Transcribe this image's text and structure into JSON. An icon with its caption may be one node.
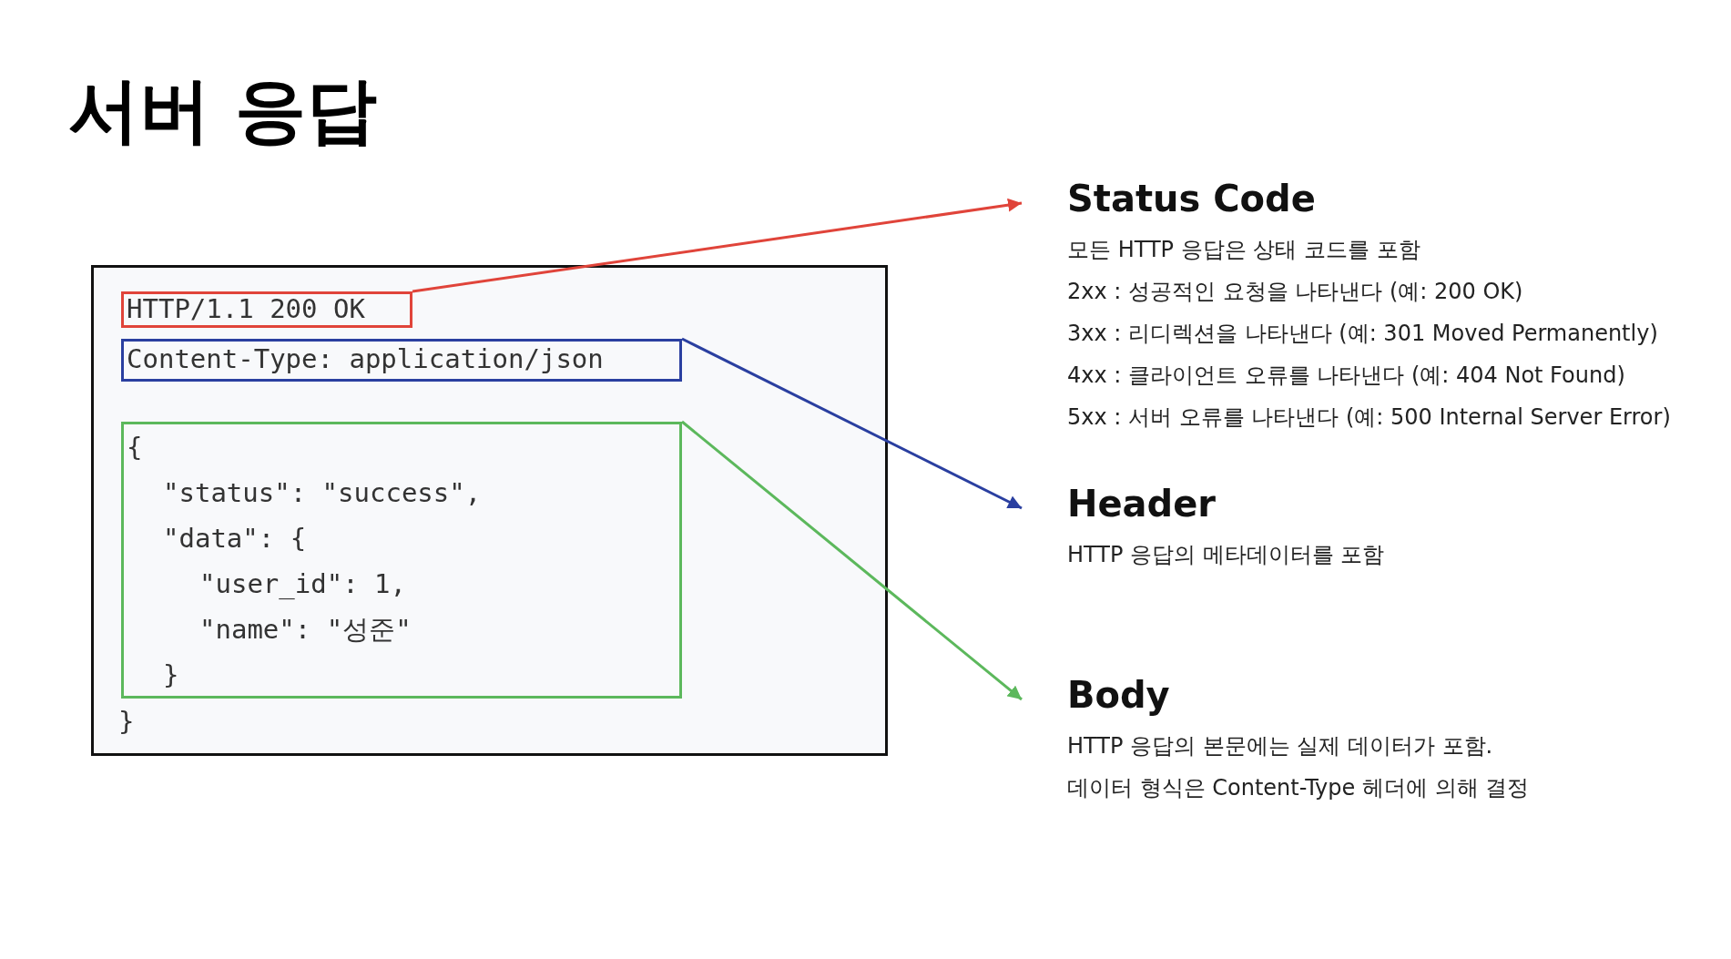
{
  "diagram": {
    "title": "서버 응답",
    "nodes": [
      {
        "text": [
          "}"
        ]
      },
      {
        "text": [
          "HTTP/1.1 200 OK"
        ],
        "in": 0
      },
      {
        "text": [
          "Content-Type: application/json"
        ],
        "in": 0
      },
      {
        "text": [
          "{",
          "\"status\": \"success\",",
          "\"data\": {",
          "\"user_id\": 1,",
          "\"name\": \"성준\"",
          "}"
        ],
        "in": 0
      },
      {
        "text": [
          "Status Code",
          "모든 HTTP 응답은 상태 코드를 포함",
          "2xx : 성공적인 요청을 나타낸다 (예: 200 OK)",
          "3xx : 리디렉션을 나타낸다 (예: 301 Moved Permanently)",
          "4xx : 클라이언트 오류를 나타낸다 (예: 404 Not Found)",
          "5xx : 서버 오류를 나타낸다 (예: 500 Internal Server Error)"
        ]
      },
      {
        "text": [
          "Header",
          "HTTP 응답의 메타데이터를 포함"
        ]
      },
      {
        "text": [
          "Body",
          "HTTP 응답의 본문에는 실제 데이터가 포함.",
          "데이터 형식은 Content-Type 헤더에 의해 결정"
        ]
      }
    ],
    "edges": [
      {
        "from": 1,
        "to": 4,
        "arrow": "to",
        "color": "#e0443a"
      },
      {
        "from": 2,
        "to": 5,
        "arrow": "to",
        "color": "#2a3fa0"
      },
      {
        "from": 3,
        "to": 6,
        "arrow": "to",
        "color": "#5cb85c"
      }
    ]
  }
}
